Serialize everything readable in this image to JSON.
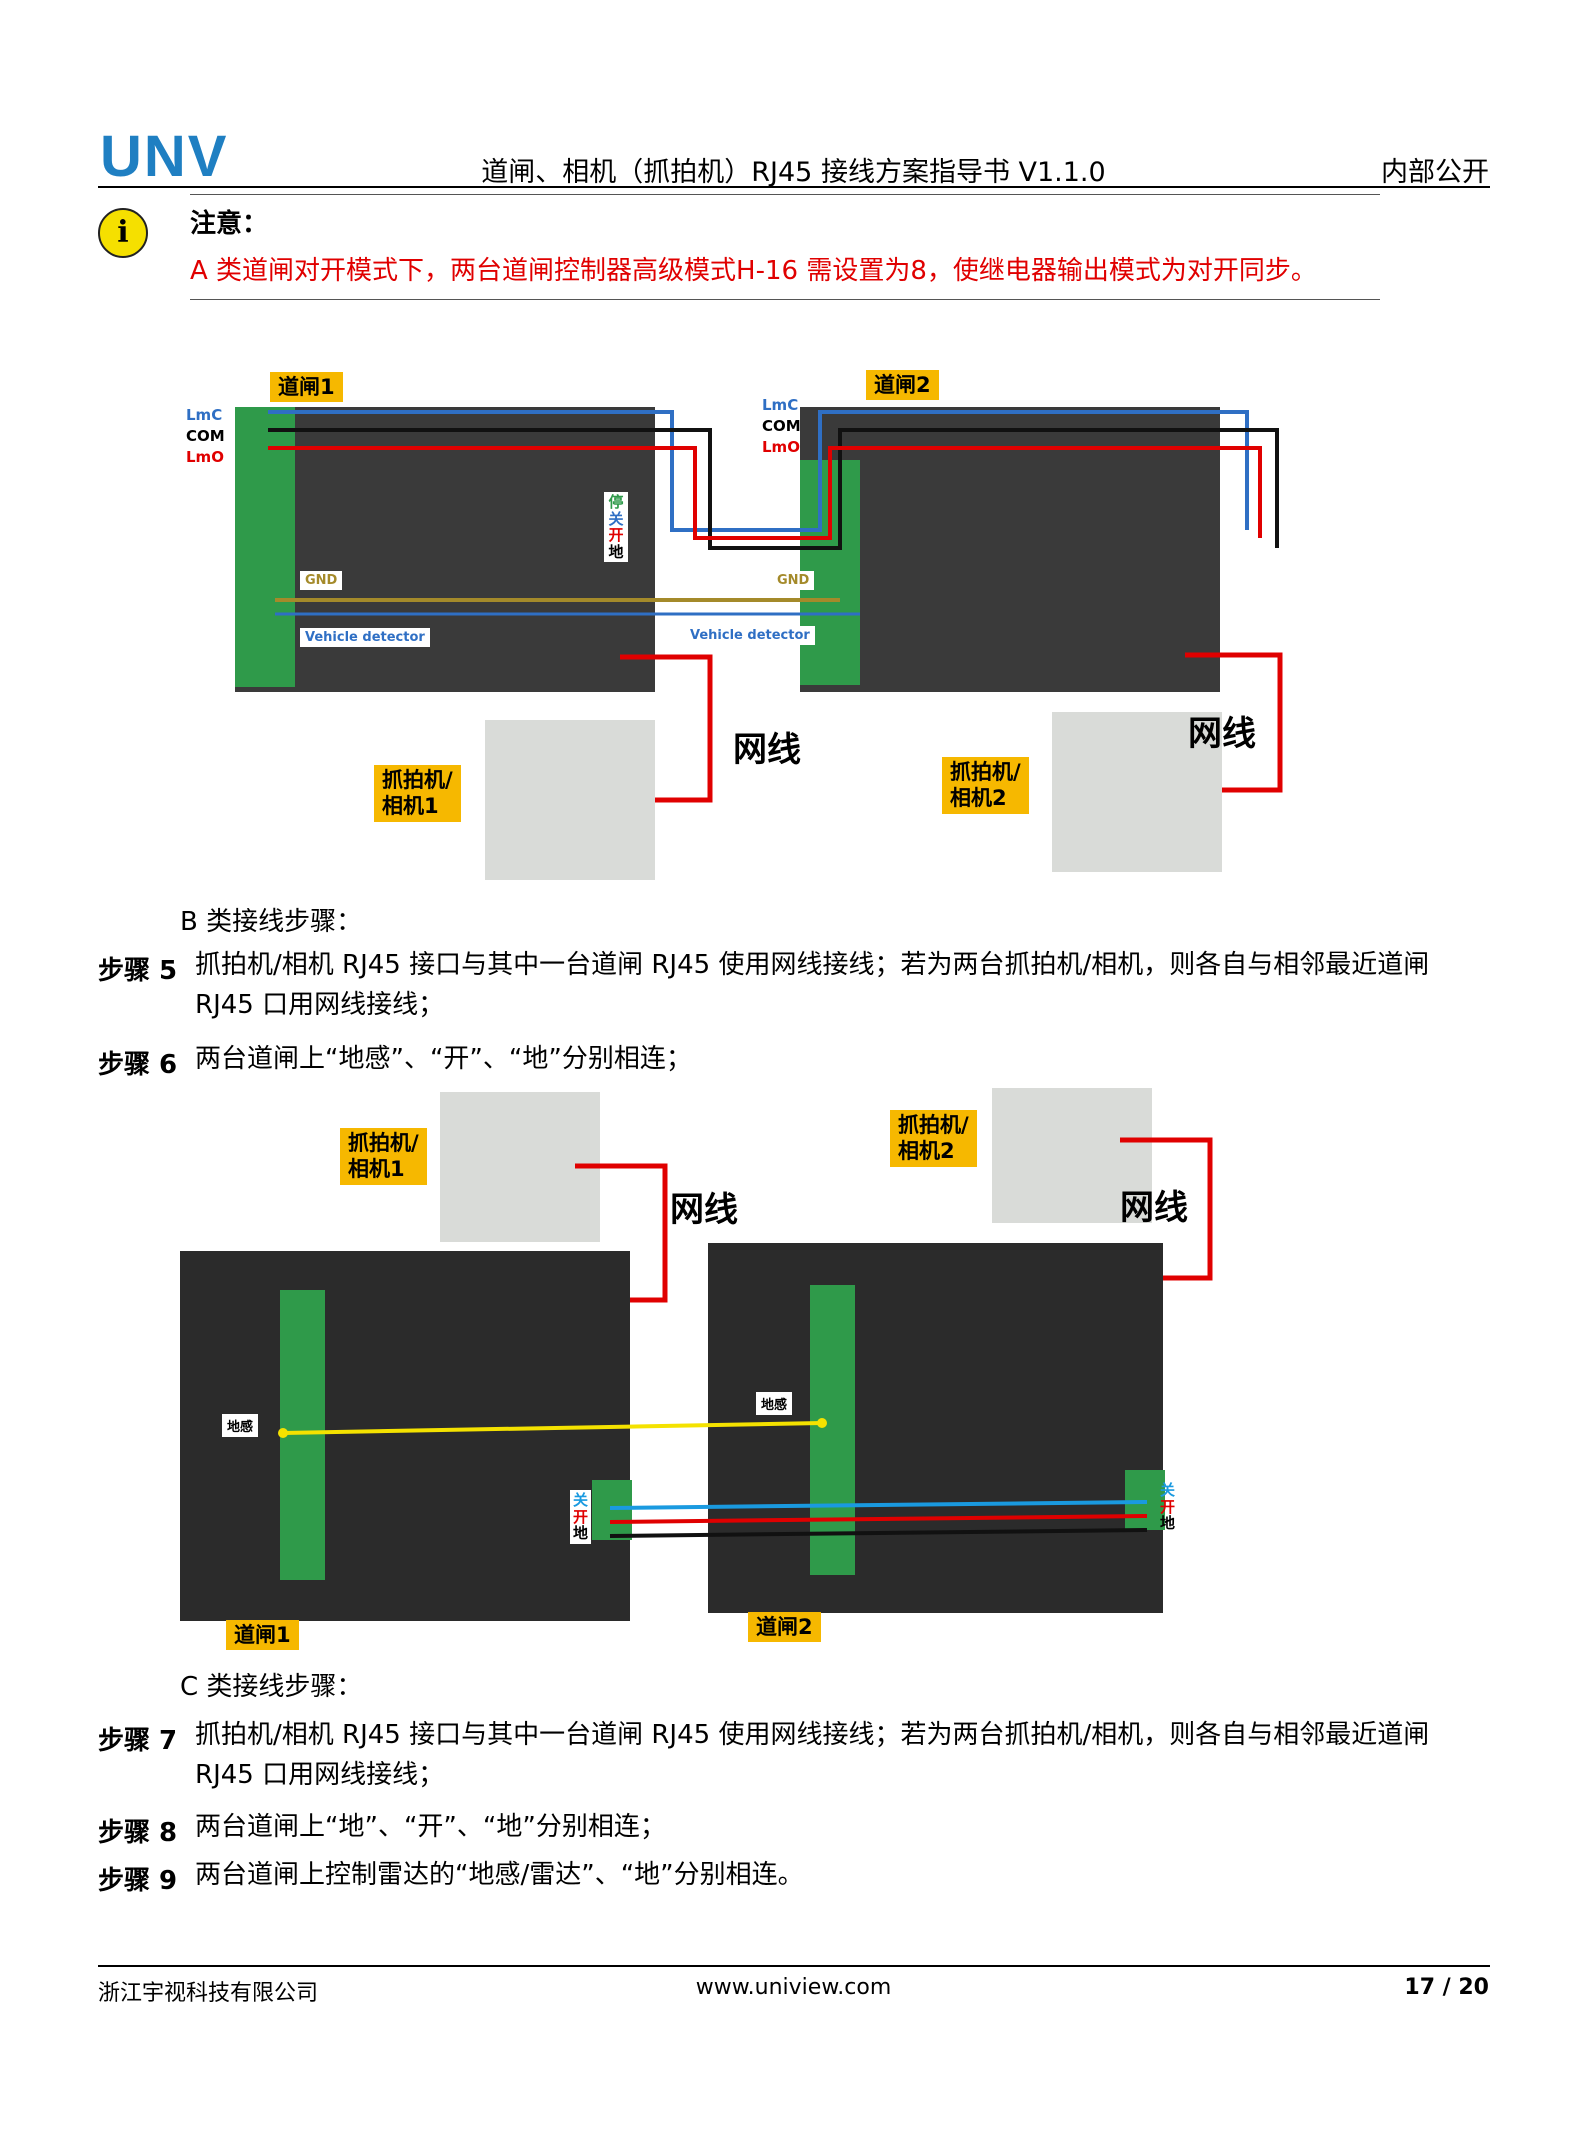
{
  "header": {
    "logo": "UNV",
    "title": "道闸、相机（抓拍机）RJ45 接线方案指导书 V1.1.0",
    "classification": "内部公开"
  },
  "note": {
    "label": "注意：",
    "text": "A 类道闸对开模式下，两台道闸控制器高级模式H-16 需设置为8，使继电器输出模式为对开同步。"
  },
  "figure1": {
    "gate1": "道闸1",
    "gate2": "道闸2",
    "lmc": "LmC",
    "com": "COM",
    "lmo": "LmO",
    "stop": "停",
    "close": "关",
    "open": "开",
    "ground": "地",
    "gnd": "GND",
    "vehicle_detector": "Vehicle detector",
    "cable": "网线",
    "camera1": "抓拍机/\n相机1",
    "camera2": "抓拍机/\n相机2"
  },
  "section_b": "B 类接线步骤：",
  "step5": {
    "label": "步骤 5",
    "text": "抓拍机/相机 RJ45 接口与其中一台道闸 RJ45 使用网线接线；若为两台抓拍机/相机，则各自与相邻最近道闸 RJ45 口用网线接线；"
  },
  "step6": {
    "label": "步骤 6",
    "text": "两台道闸上“地感”、“开”、“地”分别相连；"
  },
  "figure2": {
    "camera1": "抓拍机/\n相机1",
    "camera2": "抓拍机/\n相机2",
    "cable": "网线",
    "loop": "地感",
    "close": "关",
    "open": "开",
    "ground": "地",
    "gate1": "道闸1",
    "gate2": "道闸2"
  },
  "section_c": "C 类接线步骤：",
  "step7": {
    "label": "步骤 7",
    "text": "抓拍机/相机 RJ45 接口与其中一台道闸 RJ45 使用网线接线；若为两台抓拍机/相机，则各自与相邻最近道闸 RJ45 口用网线接线；"
  },
  "step8": {
    "label": "步骤 8",
    "text": "两台道闸上“地”、“开”、“地”分别相连；"
  },
  "step9": {
    "label": "步骤 9",
    "text": "两台道闸上控制雷达的“地感/雷达”、“地”分别相连。"
  },
  "footer": {
    "company": "浙江宇视科技有限公司",
    "website": "www.uniview.com",
    "page": "17 / 20"
  },
  "colors": {
    "brand": "#1f7fc2",
    "warning_text": "#e00000",
    "tag_yellow": "#f6b800",
    "wire_blue": "#2f6fc4",
    "wire_red": "#e00000",
    "wire_yellow": "#f4e200",
    "wire_gnd": "#a48a2a"
  }
}
